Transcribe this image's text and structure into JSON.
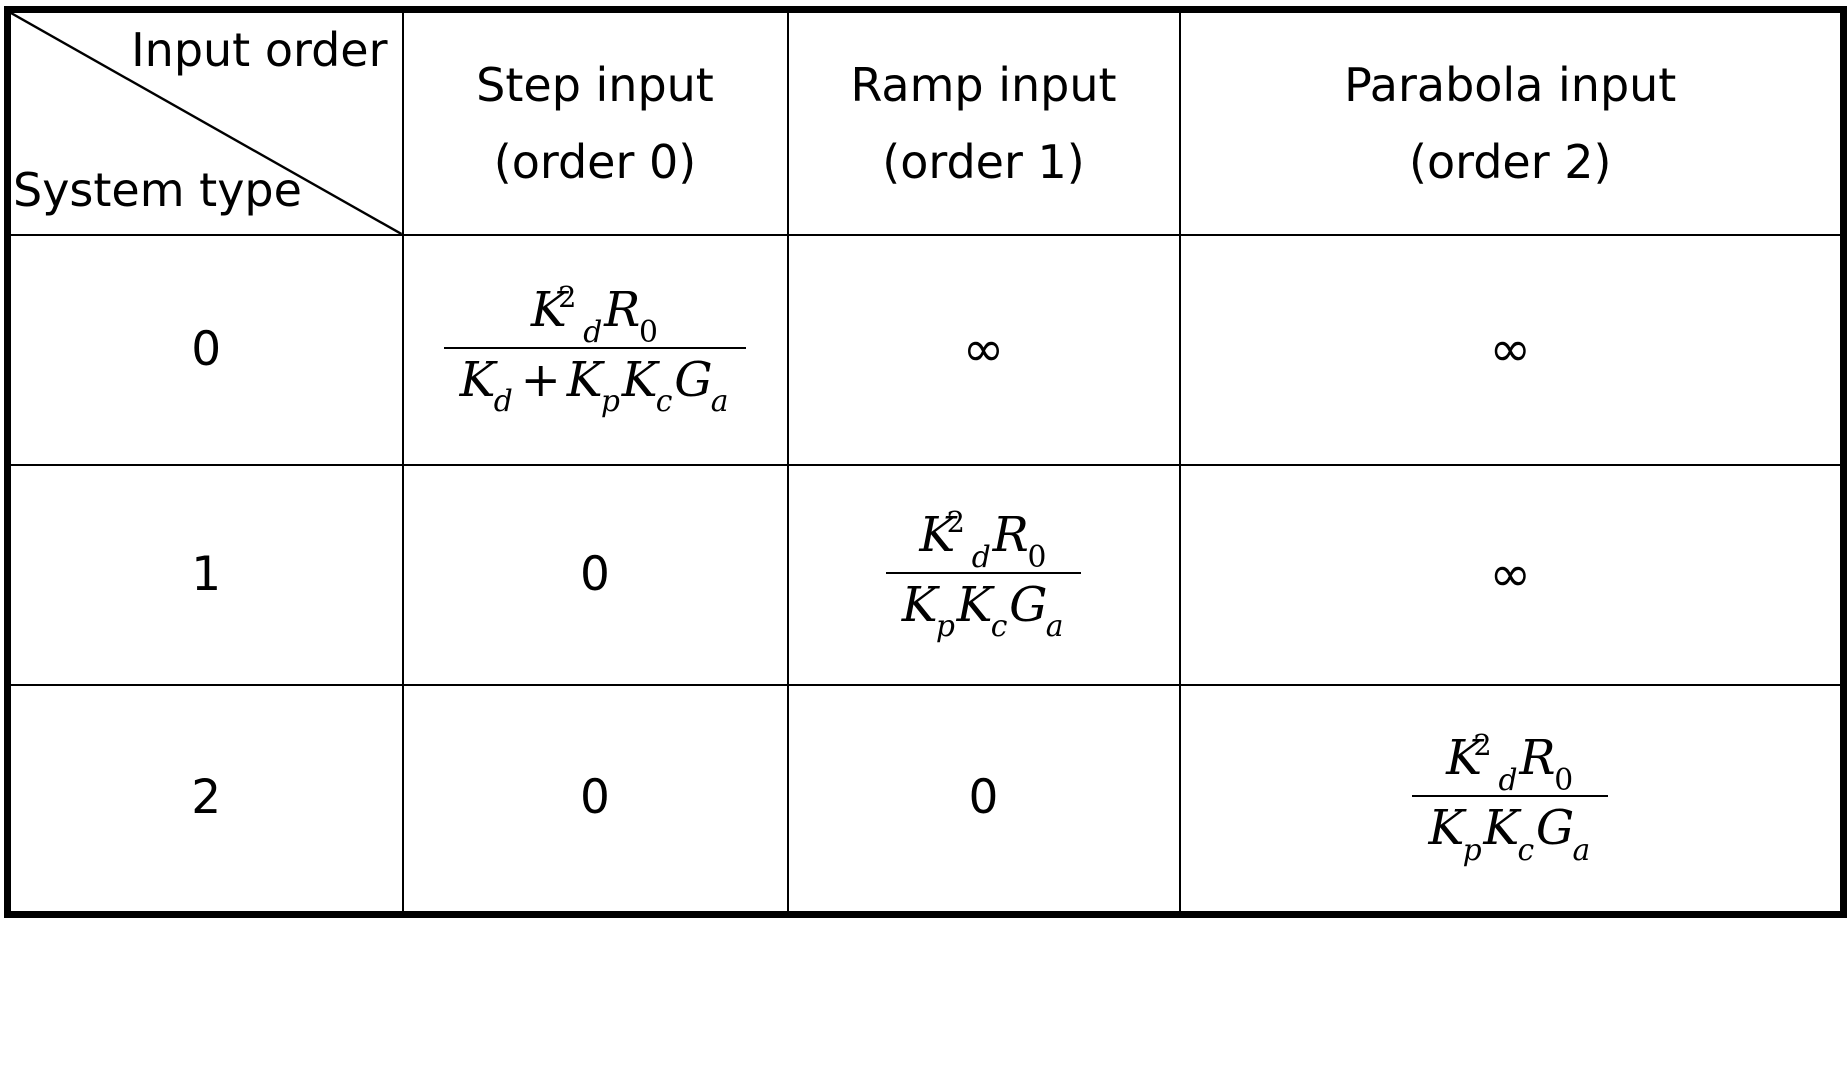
{
  "table": {
    "corner": {
      "top_label": "Input order",
      "bottom_label": "System type",
      "diagonal": "diagonal-slash"
    },
    "columns": [
      {
        "title": "Step input",
        "order": "(order 0)"
      },
      {
        "title": "Ramp input",
        "order": "(order 1)"
      },
      {
        "title": "Parabola input",
        "order": "(order 2)"
      }
    ],
    "rows": [
      {
        "system_type": "0",
        "cells": [
          {
            "kind": "fraction",
            "numerator": {
              "base1": "K",
              "sub1": "d",
              "sup1": "2",
              "base2": "R",
              "sub2": "0"
            },
            "denominator": {
              "t1_base": "K",
              "t1_sub": "d",
              "op": "+",
              "t2_base": "K",
              "t2_sub": "p",
              "t3_base": "K",
              "t3_sub": "c",
              "t4_base": "G",
              "t4_sub": "a"
            }
          },
          {
            "kind": "scalar",
            "value": "∞"
          },
          {
            "kind": "scalar",
            "value": "∞"
          }
        ]
      },
      {
        "system_type": "1",
        "cells": [
          {
            "kind": "scalar",
            "value": "0"
          },
          {
            "kind": "fraction",
            "numerator": {
              "base1": "K",
              "sub1": "d",
              "sup1": "2",
              "base2": "R",
              "sub2": "0"
            },
            "denominator": {
              "t1_base": "K",
              "t1_sub": "p",
              "t2_base": "K",
              "t2_sub": "c",
              "t3_base": "G",
              "t3_sub": "a"
            }
          },
          {
            "kind": "scalar",
            "value": "∞"
          }
        ]
      },
      {
        "system_type": "2",
        "cells": [
          {
            "kind": "scalar",
            "value": "0"
          },
          {
            "kind": "scalar",
            "value": "0"
          },
          {
            "kind": "fraction",
            "numerator": {
              "base1": "K",
              "sub1": "d",
              "sup1": "2",
              "base2": "R",
              "sub2": "0"
            },
            "denominator": {
              "t1_base": "K",
              "t1_sub": "p",
              "t2_base": "K",
              "t2_sub": "c",
              "t3_base": "G",
              "t3_sub": "a"
            }
          }
        ]
      }
    ]
  },
  "style": {
    "border_color": "#000000",
    "text_color": "#000000",
    "background": "#ffffff"
  }
}
